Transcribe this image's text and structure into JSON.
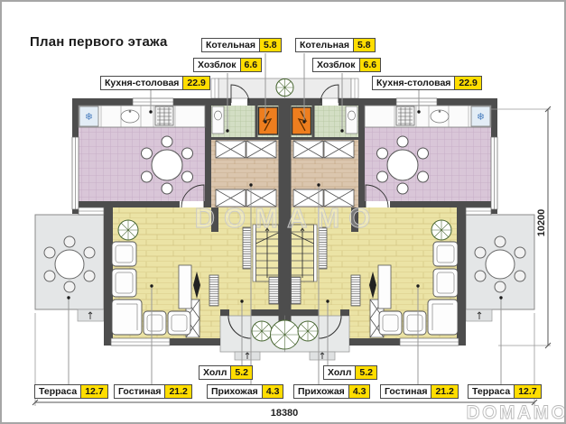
{
  "title": "План первого этажа",
  "watermark": {
    "center": "DOMAMO",
    "corner": "DOMAMO"
  },
  "dimensions": {
    "total_width": "18380",
    "total_height": "10200"
  },
  "icons": {
    "fridge": "❄"
  },
  "room_labels": [
    {
      "id": "boiler-left",
      "name": "Котельная",
      "area": "5.8"
    },
    {
      "id": "boiler-right",
      "name": "Котельная",
      "area": "5.8"
    },
    {
      "id": "utility-left",
      "name": "Хозблок",
      "area": "6.6"
    },
    {
      "id": "utility-right",
      "name": "Хозблок",
      "area": "6.6"
    },
    {
      "id": "kitchen-dining-left",
      "name": "Кухня-столовая",
      "area": "22.9"
    },
    {
      "id": "kitchen-dining-right",
      "name": "Кухня-столовая",
      "area": "22.9"
    },
    {
      "id": "hall-left",
      "name": "Холл",
      "area": "5.2"
    },
    {
      "id": "hall-right",
      "name": "Холл",
      "area": "5.2"
    },
    {
      "id": "terrace-left",
      "name": "Терраса",
      "area": "12.7"
    },
    {
      "id": "living-left",
      "name": "Гостиная",
      "area": "21.2"
    },
    {
      "id": "entry-left",
      "name": "Прихожая",
      "area": "4.3"
    },
    {
      "id": "entry-right",
      "name": "Прихожая",
      "area": "4.3"
    },
    {
      "id": "living-right",
      "name": "Гостиная",
      "area": "21.2"
    },
    {
      "id": "terrace-right",
      "name": "Терраса",
      "area": "12.7"
    }
  ],
  "colors": {
    "wall": "#4d4d4d",
    "label_highlight": "#ffdd00",
    "kitchen_floor": "#d9c6d8",
    "utility_floor": "#d3dec4",
    "hallway_floor": "#dbc6ae",
    "living_floor": "#ebe3a5",
    "terrace_floor": "#e4e6e7",
    "boiler": "#ee7e1e"
  }
}
